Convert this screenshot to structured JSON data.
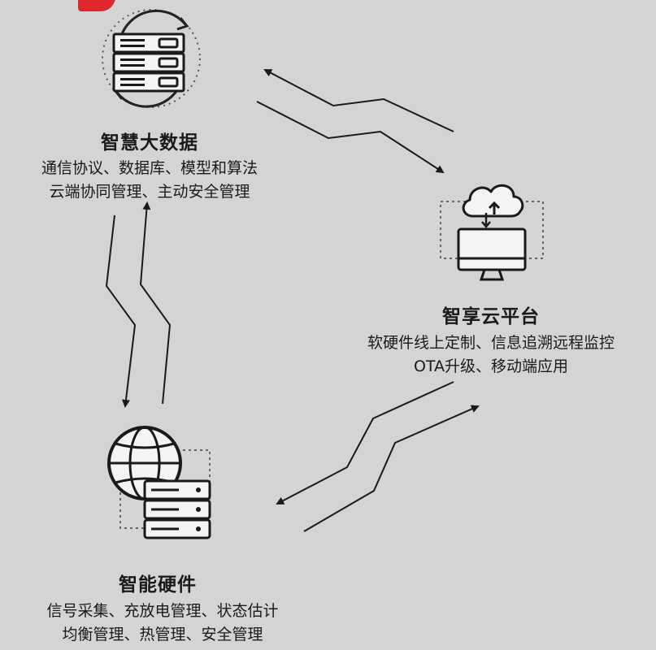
{
  "nodes": {
    "big_data": {
      "title": "智慧大数据",
      "desc_line1": "通信协议、数据库、模型和算法",
      "desc_line2": "云端协同管理、主动安全管理"
    },
    "cloud_platform": {
      "title": "智享云平台",
      "desc_line1": "软硬件线上定制、信息追溯远程监控",
      "desc_line2": "OTA升级、移动端应用"
    },
    "hardware": {
      "title": "智能硬件",
      "desc_line1": "信号采集、充放电管理、状态估计",
      "desc_line2": "均衡管理、热管理、安全管理"
    }
  },
  "icons": {
    "big_data": "server-rack-sync-icon",
    "cloud_platform": "cloud-monitor-icon",
    "hardware": "globe-server-icon",
    "corner": "brand-logo-fragment"
  },
  "colors": {
    "background": "#d4d4d4",
    "stroke": "#1a1a1a",
    "accent": "#e0262d"
  }
}
